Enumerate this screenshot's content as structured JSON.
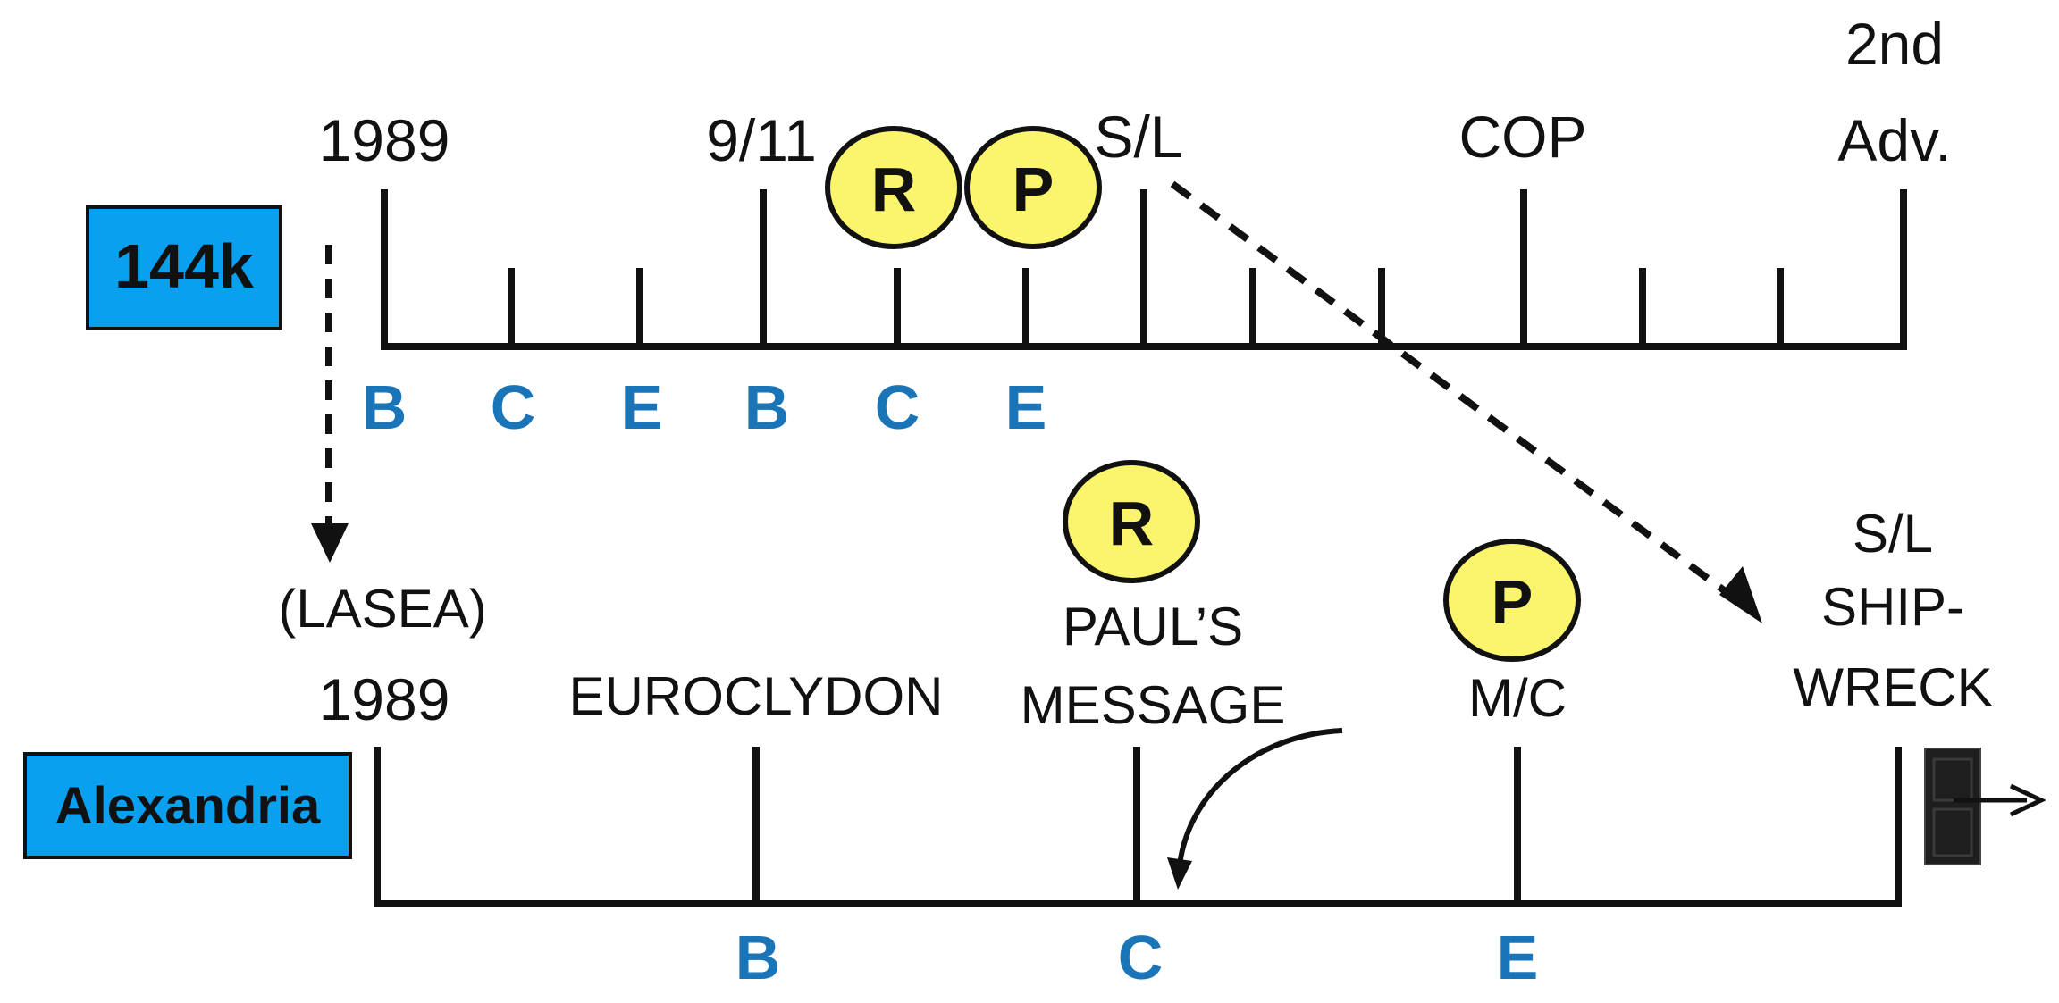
{
  "colors": {
    "label_box": "#0aa0f0",
    "circle_fill": "#fbf56e",
    "code_text": "#1a74b8",
    "line": "#111111"
  },
  "top_timeline": {
    "box_label": "144k",
    "marks": {
      "m1989": "1989",
      "m911": "9/11",
      "msl": "S/L",
      "mcop": "COP",
      "madv_line1": "2nd",
      "madv_line2": "Adv."
    },
    "codes": [
      "B",
      "C",
      "E",
      "B",
      "C",
      "E"
    ],
    "circles": {
      "r": "R",
      "p": "P"
    }
  },
  "bottom_timeline": {
    "box_label": "Alexandria",
    "marks": {
      "lasea": "(LASEA)",
      "m1989": "1989",
      "euroclydon": "EUROCLYDON",
      "pauls_line1": "PAUL’S",
      "pauls_line2": "MESSAGE",
      "mc": "M/C",
      "sl_line1": "S/L",
      "sl_line2": "SHIP-",
      "sl_line3": "WRECK"
    },
    "codes": [
      "B",
      "C",
      "E"
    ],
    "circles": {
      "r": "R",
      "p": "P"
    }
  },
  "door_icon": "door-icon",
  "exit_arrow_text": "->"
}
